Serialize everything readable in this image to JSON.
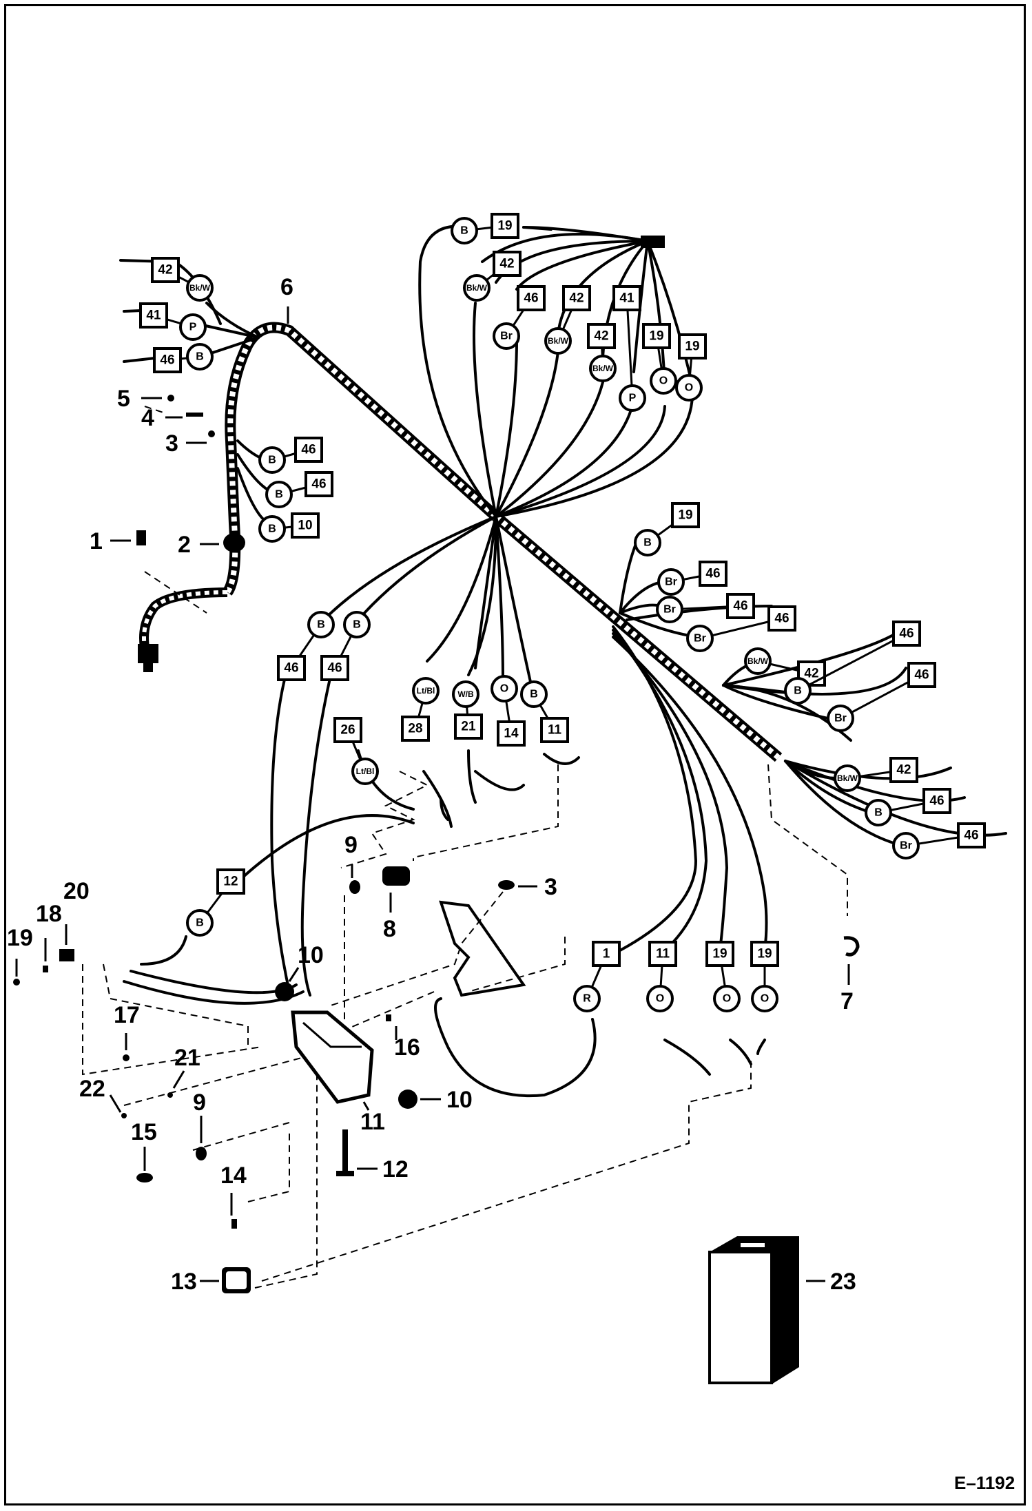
{
  "figure": {
    "reference": "E–1192"
  },
  "callouts": [
    {
      "id": "1",
      "label": "1"
    },
    {
      "id": "2",
      "label": "2"
    },
    {
      "id": "3a",
      "label": "3"
    },
    {
      "id": "4",
      "label": "4"
    },
    {
      "id": "5",
      "label": "5"
    },
    {
      "id": "6",
      "label": "6"
    },
    {
      "id": "7",
      "label": "7"
    },
    {
      "id": "8",
      "label": "8"
    },
    {
      "id": "9a",
      "label": "9"
    },
    {
      "id": "3b",
      "label": "3"
    },
    {
      "id": "10a",
      "label": "10"
    },
    {
      "id": "20",
      "label": "20"
    },
    {
      "id": "18",
      "label": "18"
    },
    {
      "id": "19",
      "label": "19"
    },
    {
      "id": "17",
      "label": "17"
    },
    {
      "id": "16",
      "label": "16"
    },
    {
      "id": "21",
      "label": "21"
    },
    {
      "id": "22",
      "label": "22"
    },
    {
      "id": "9b",
      "label": "9"
    },
    {
      "id": "15",
      "label": "15"
    },
    {
      "id": "11",
      "label": "11"
    },
    {
      "id": "10b",
      "label": "10"
    },
    {
      "id": "12",
      "label": "12"
    },
    {
      "id": "14",
      "label": "14"
    },
    {
      "id": "13",
      "label": "13"
    },
    {
      "id": "23",
      "label": "23"
    }
  ],
  "wire_tags": [
    {
      "n": "42",
      "c": "Bk/W"
    },
    {
      "n": "41",
      "c": "P"
    },
    {
      "n": "46",
      "c": "B"
    },
    {
      "n": "46",
      "c": "B"
    },
    {
      "n": "46",
      "c": "B"
    },
    {
      "n": "10",
      "c": "B"
    },
    {
      "n": "19",
      "c": "B"
    },
    {
      "n": "42",
      "c": "Bk/W"
    },
    {
      "n": "46",
      "c": "Br"
    },
    {
      "n": "42",
      "c": "Bk/W"
    },
    {
      "n": "42",
      "c": "Bk/W"
    },
    {
      "n": "41",
      "c": "P"
    },
    {
      "n": "19",
      "c": "O"
    },
    {
      "n": "19",
      "c": "O"
    },
    {
      "n": "19",
      "c": "B"
    },
    {
      "n": "46",
      "c": "Br"
    },
    {
      "n": "46",
      "c": "Br"
    },
    {
      "n": "46",
      "c": "Br"
    },
    {
      "n": "42",
      "c": "Bk/W"
    },
    {
      "n": "46",
      "c": "B"
    },
    {
      "n": "46",
      "c": "Br"
    },
    {
      "n": "42",
      "c": "Bk/W"
    },
    {
      "n": "46",
      "c": "B"
    },
    {
      "n": "46",
      "c": "Br"
    },
    {
      "n": "46",
      "c": "B"
    },
    {
      "n": "46",
      "c": "B"
    },
    {
      "n": "26",
      "c": "Lt/Bl"
    },
    {
      "n": "28",
      "c": "Lt/Bl"
    },
    {
      "n": "21",
      "c": "W/B"
    },
    {
      "n": "14",
      "c": "O"
    },
    {
      "n": "11",
      "c": "B"
    },
    {
      "n": "12",
      "c": "B"
    },
    {
      "n": "1",
      "c": "R"
    },
    {
      "n": "11",
      "c": "O"
    },
    {
      "n": "19",
      "c": "O"
    },
    {
      "n": "19",
      "c": "O"
    }
  ]
}
